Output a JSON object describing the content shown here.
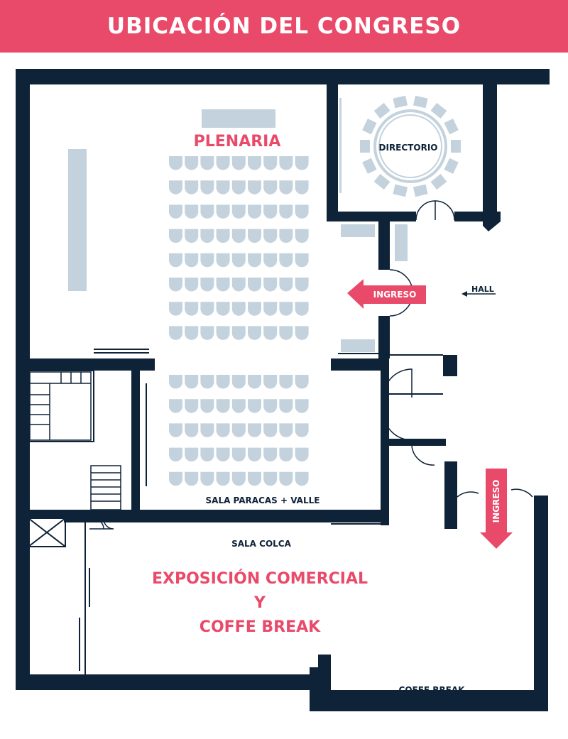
{
  "header": {
    "title": "UBICACIÓN DEL CONGRESO"
  },
  "rooms": {
    "plenaria": "PLENARIA",
    "directorio": "DIRECTORIO",
    "sala_paracas": "SALA PARACAS + VALLE",
    "sala_colca": "SALA COLCA",
    "expo_line1": "EXPOSICIÓN COMERCIAL",
    "expo_line2": "Y",
    "expo_line3": "COFFE BREAK",
    "coffe_break": "COFFE BREAK",
    "hall": "HALL"
  },
  "entrances": {
    "ingreso_left": "INGRESO",
    "ingreso_down": "INGRESO"
  },
  "icons": {
    "arrow_left": "arrow-left-icon",
    "arrow_down": "arrow-down-icon",
    "hall_arrow": "small-arrow-left-icon"
  },
  "colors": {
    "accent": "#e94a6a",
    "wall": "#0e2238",
    "furniture": "#c3d2dc",
    "background": "#ffffff"
  }
}
